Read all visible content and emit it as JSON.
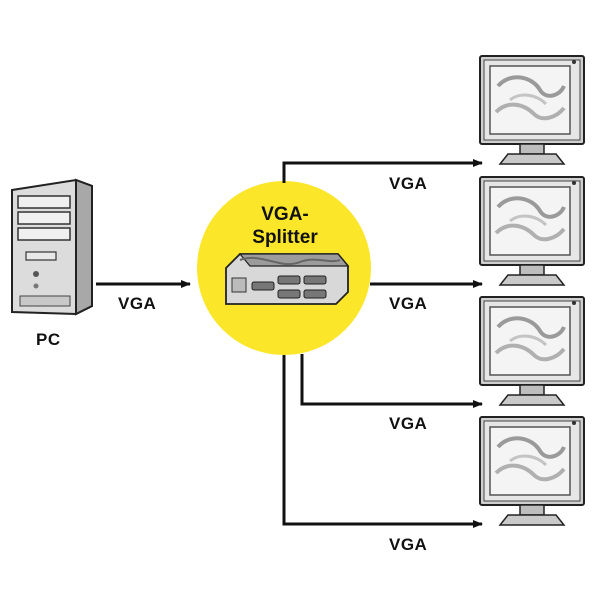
{
  "labels": {
    "pc": "PC",
    "input": "VGA",
    "splitter_line1": "VGA-",
    "splitter_line2": "Splitter",
    "outputs": [
      "VGA",
      "VGA",
      "VGA",
      "VGA"
    ]
  },
  "icons": {
    "computer": "pc-tower-icon",
    "splitter": "vga-splitter-box-icon",
    "monitor": "lcd-monitor-icon"
  },
  "colors": {
    "highlight_circle": "#fbe62a",
    "lines": "#111111",
    "background": "#ffffff"
  }
}
